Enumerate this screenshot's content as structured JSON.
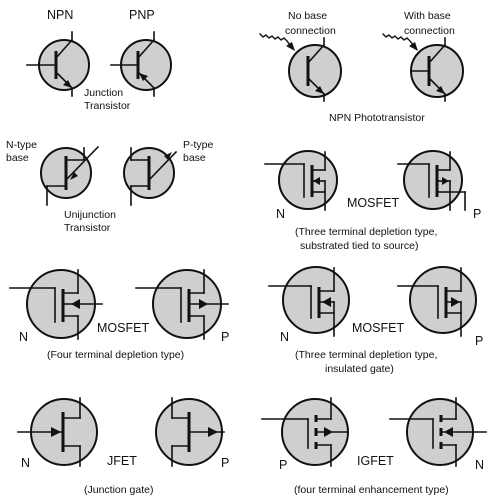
{
  "labels": {
    "npn": "NPN",
    "pnp": "PNP",
    "junction_transistor_1": "Junction",
    "junction_transistor_2": "Transistor",
    "no_base_1": "No base",
    "no_base_2": "connection",
    "with_base_1": "With base",
    "with_base_2": "connection",
    "npn_phototransistor": "NPN Phototransistor",
    "ntype_1": "N-type",
    "ntype_2": "base",
    "ptype_1": "P-type",
    "ptype_2": "base",
    "ujt_1": "Unijunction",
    "ujt_2": "Transistor",
    "mosfet_a": "MOSFET",
    "mosfet_a_n": "N",
    "mosfet_a_p": "P",
    "mosfet_a_desc_1": "(Three terminal depletion type,",
    "mosfet_a_desc_2": "substrated tied to source)",
    "mosfet_b": "MOSFET",
    "mosfet_b_n": "N",
    "mosfet_b_p": "P",
    "mosfet_b_desc": "(Four terminal depletion type)",
    "mosfet_c": "MOSFET",
    "mosfet_c_n": "N",
    "mosfet_c_p": "P",
    "mosfet_c_desc_1": "(Three terminal depletion type,",
    "mosfet_c_desc_2": "insulated gate)",
    "jfet": "JFET",
    "jfet_n": "N",
    "jfet_p": "P",
    "jfet_desc": "(Junction gate)",
    "igfet": "IGFET",
    "igfet_p": "P",
    "igfet_n": "N",
    "igfet_desc": "(four terminal enhancement type)"
  }
}
